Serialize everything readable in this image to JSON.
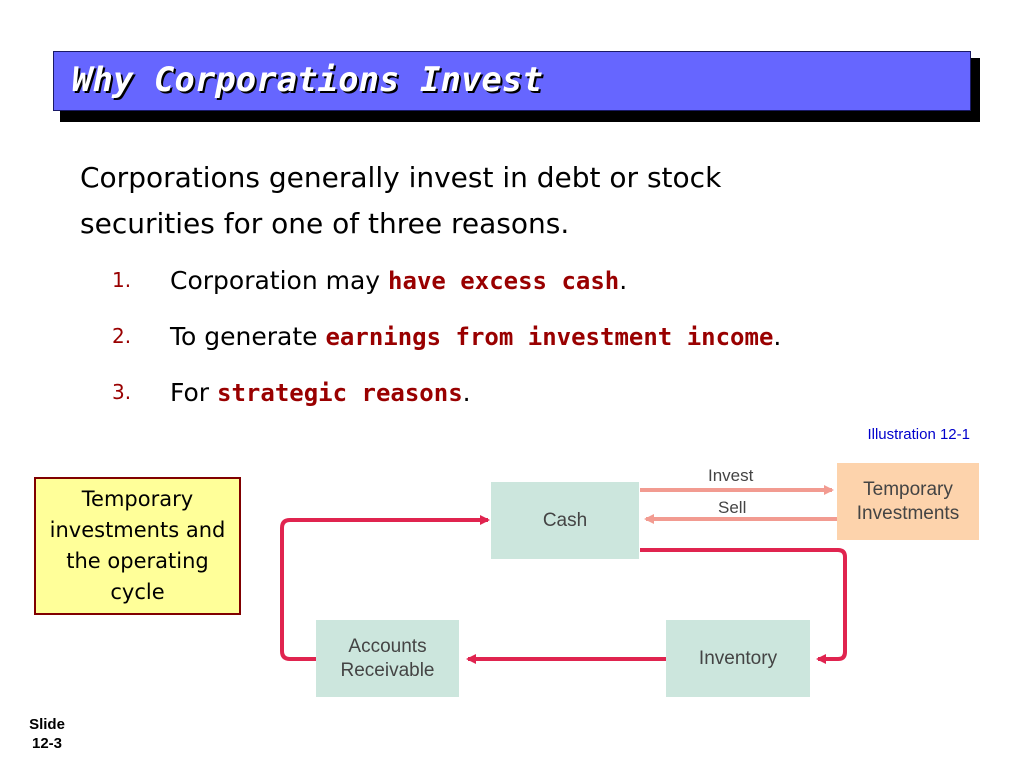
{
  "slide": {
    "title": "Why Corporations Invest",
    "intro": "Corporations generally invest in debt or stock securities for one of three reasons.",
    "reasons": [
      {
        "num": "1.",
        "before": "Corporation may ",
        "emphasis": "have excess cash",
        "after": "."
      },
      {
        "num": "2.",
        "before": "To generate ",
        "emphasis": "earnings from investment income",
        "after": "."
      },
      {
        "num": "3.",
        "before": "For ",
        "emphasis": "strategic reasons",
        "after": "."
      }
    ],
    "illustration_label": "Illustration 12-1",
    "callout": "Temporary investments and the operating cycle",
    "slide_label": "Slide",
    "slide_number": "12-3"
  },
  "diagram": {
    "nodes": {
      "cash": "Cash",
      "temporary_investments": "Temporary Investments",
      "accounts_receivable": "Accounts Receivable",
      "inventory": "Inventory"
    },
    "edges": {
      "invest": "Invest",
      "sell": "Sell"
    },
    "colors": {
      "cycle_arrow": "#e0244f",
      "exchange_arrow": "#f29b91",
      "node_fill": "#cce6dd",
      "investments_fill": "#fdd3ac",
      "title_bar": "#6666ff",
      "emphasis_text": "#990000"
    }
  }
}
